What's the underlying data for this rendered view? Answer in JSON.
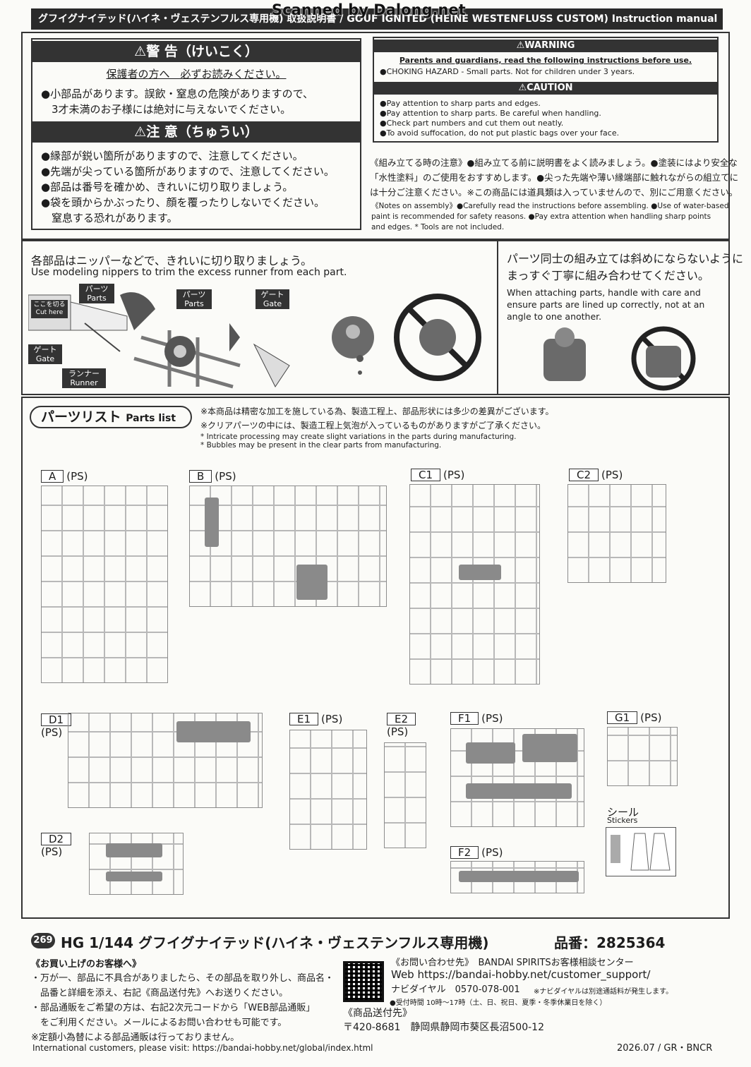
{
  "header": {
    "title": "グフイグナイテッド(ハイネ・ヴェステンフルス専用機) 取扱説明書 / GOUF IGNITED (HEINE WESTENFLUSS CUSTOM) Instruction manual",
    "scan_watermark": "Scanned by Dalong.net"
  },
  "warning_jp": {
    "title": "⚠警 告（けいこく）",
    "subtitle": "保護者の方へ　必ずお読みください。",
    "lines": [
      "●小部品があります。誤飲・窒息の危険がありますので、",
      "　3才未満のお子様には絶対に与えないでください。"
    ]
  },
  "caution_jp": {
    "title": "⚠注 意（ちゅうい）",
    "lines": [
      "●縁部が鋭い箇所がありますので、注意してください。",
      "●先端が尖っている箇所がありますので、注意してください。",
      "●部品は番号を確かめ、きれいに切り取りましょう。",
      "●袋を頭からかぶったり、顔を覆ったりしないでください。",
      "　窒息する恐れがあります。"
    ]
  },
  "warning_en": {
    "title": "⚠WARNING",
    "subtitle": "Parents and guardians, read the following instructions before use.",
    "lines": [
      "●CHOKING HAZARD - Small parts. Not for children under 3 years."
    ]
  },
  "caution_en": {
    "title": "⚠CAUTION",
    "lines": [
      "●Pay attention to sharp parts and edges.",
      "●Pay attention to sharp parts. Be careful when handling.",
      "●Check part numbers and cut them out neatly.",
      "●To avoid suffocation, do not put plastic bags over your face."
    ]
  },
  "assembly_notes_jp": [
    "《組み立てる時の注意》●組み立てる前に説明書をよく読みましょう。●塗装にはより安全な",
    "「水性塗料」のご使用をおすすめします。●尖った先端や薄い縁端部に触れながらの組立てに",
    "は十分ご注意ください。※この商品には道具類は入っていませんので、別にご用意ください。"
  ],
  "assembly_notes_en": [
    "《Notes on assembly》●Carefully read the instructions before assembling. ●Use of water-based",
    "paint is recommended for safety reasons. ●Pay extra attention when handling sharp points",
    "and edges. * Tools are not included."
  ],
  "cutting": {
    "jp": "各部品はニッパーなどで、きれいに切り取りましょう。",
    "en": "Use modeling nippers to trim the excess runner from each part.",
    "cut_here": [
      "ここを切る",
      "Cut here"
    ],
    "parts_jp": "パーツ",
    "parts_en": "Parts",
    "gate_jp": "ゲート",
    "gate_en": "Gate",
    "runner_jp": "ランナー",
    "runner_en": "Runner"
  },
  "attach": {
    "jp": [
      "パーツ同士の組み立ては斜めにならないように",
      "まっすぐ丁寧に組み合わせてください。"
    ],
    "en": [
      "When attaching parts, handle with care and",
      "ensure parts are lined up correctly, not at an",
      "angle to one another."
    ]
  },
  "parts_list": {
    "title_jp": "パーツリスト",
    "title_en": "Parts list",
    "notes_jp": [
      "※本商品は精密な加工を施している為、製造工程上、部品形状には多少の差異がございます。",
      "※クリアパーツの中には、製造工程上気泡が入っているものがありますがご了承ください。"
    ],
    "notes_en": [
      "* Intricate processing may create slight variations in the parts during manufacturing.",
      "* Bubbles may be present in the clear parts from manufacturing."
    ],
    "runners": [
      {
        "id": "A",
        "suffix": "(PS)"
      },
      {
        "id": "B",
        "suffix": "(PS)"
      },
      {
        "id": "C1",
        "suffix": "(PS)"
      },
      {
        "id": "C2",
        "suffix": "(PS)"
      },
      {
        "id": "D1",
        "suffix": "(PS)"
      },
      {
        "id": "D2",
        "suffix": "(PS)"
      },
      {
        "id": "E1",
        "suffix": "(PS)"
      },
      {
        "id": "E2",
        "suffix": "(PS)"
      },
      {
        "id": "F1",
        "suffix": "(PS)"
      },
      {
        "id": "F2",
        "suffix": "(PS)"
      },
      {
        "id": "G1",
        "suffix": "(PS)"
      }
    ],
    "stickers_jp": "シール",
    "stickers_en": "Stickers"
  },
  "product": {
    "number": "269",
    "name": "HG 1/144 グフイグナイテッド(ハイネ・ヴェステンフルス専用機)",
    "code_label": "品番：2825364"
  },
  "customer": {
    "heading": "《お買い上げのお客様へ》",
    "lines": [
      "・万が一、部品に不具合がありましたら、その部品を取り外し、商品名・",
      "　品番と詳細を添え、右記《商品送付先》へお送りください。",
      "・部品通販をご希望の方は、右記2次元コードから「WEB部品通販」",
      "　をご利用ください。メールによるお問い合わせも可能です。",
      "※定額小為替による部品通販は行っておりません。"
    ],
    "contact_heading": "《お問い合わせ先》　BANDAI SPIRITSお客様相談センター",
    "web": "Web https://bandai-hobby.net/customer_support/",
    "navi": "ナビダイヤル　0570-078-001",
    "navi_note": "※ナビダイヤルは別途通話料が発生します。",
    "hours": "●受付時間 10時〜17時（土、日、祝日、夏季・冬季休業日を除く）",
    "ship_heading": "《商品送付先》",
    "address": "〒420-8681　静岡県静岡市葵区長沼500-12",
    "international": "International customers, please visit: https://bandai-hobby.net/global/index.html",
    "footer_code": "2026.07 / GR・BNCR"
  }
}
